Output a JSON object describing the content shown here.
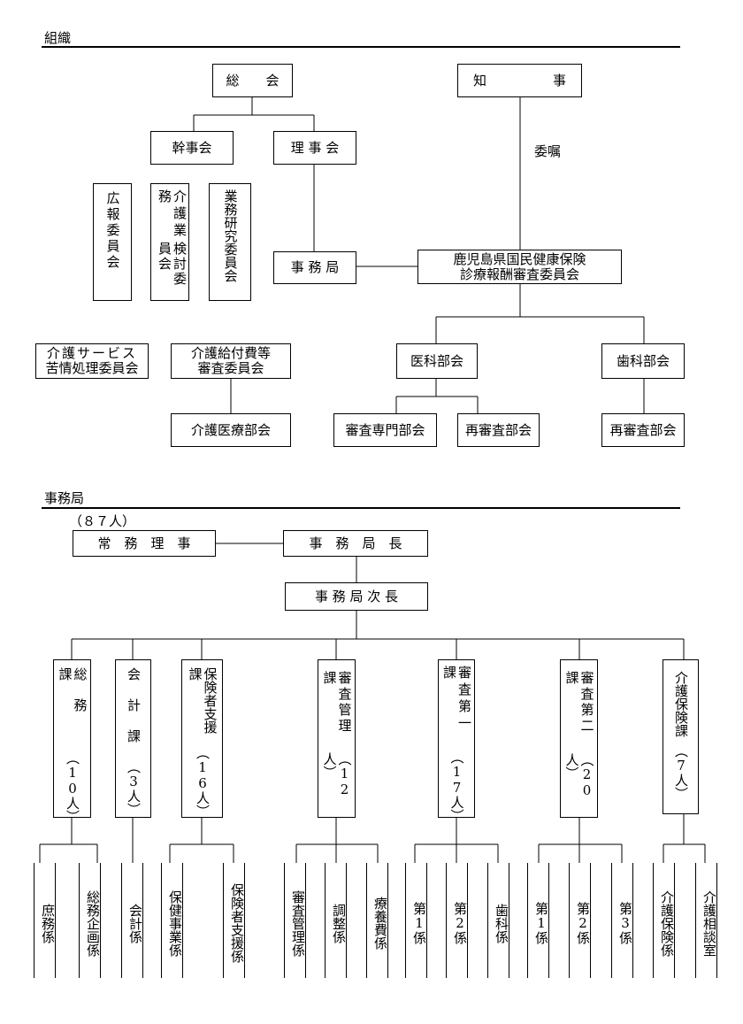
{
  "section1": {
    "title": "組織",
    "general_assembly": "総　　会",
    "governor": "知　　　　　事",
    "executive_committee": "幹事会",
    "board": "理 事 会",
    "entrustment": "委嘱",
    "pr_committee": "広報委員会",
    "care_work_committee": [
      "介護業務",
      "検討委員会"
    ],
    "business_research_committee": "業務研究委員会",
    "secretariat": "事 務 局",
    "review_committee": [
      "鹿児島県国民健康保険",
      "診療報酬審査委員会"
    ],
    "care_service_committee": [
      "介護サービス",
      "苦情処理委員会"
    ],
    "care_benefit_committee": [
      "介護給付費等",
      "審査委員会"
    ],
    "medical_section": "医科部会",
    "dental_section": "歯科部会",
    "care_medical_section": "介護医療部会",
    "review_special_section": "審査専門部会",
    "re_review_section_medical": "再審査部会",
    "re_review_section_dental": "再審査部会"
  },
  "section2": {
    "title": "事務局",
    "headcount": "（８７人）",
    "managing_director": "常　務　理　事",
    "secretary_general": "事　務　局　長",
    "deputy_secretary_general": "事 務 局 次 長",
    "departments": [
      {
        "name": "総務課",
        "count": "（10人）"
      },
      {
        "name": "会計課",
        "count": "（3人）"
      },
      {
        "name": "保険者支援課",
        "count": "（16人）"
      },
      {
        "name": "審査管理課",
        "count": "（12人）"
      },
      {
        "name": "審査第一課",
        "count": "（17人）"
      },
      {
        "name": "審査第二課",
        "count": "（20人）"
      },
      {
        "name": "介護保険課",
        "count": "（7人）"
      }
    ],
    "units": [
      "庶務係",
      "総務企画係",
      "会計係",
      "保健事業係",
      "保険者支援係",
      "審査管理係",
      "調整係",
      "療養費係",
      "第1係",
      "第2係",
      "歯科係",
      "第1係",
      "第2係",
      "第3係",
      "介護保険係",
      "介護相談室"
    ]
  }
}
